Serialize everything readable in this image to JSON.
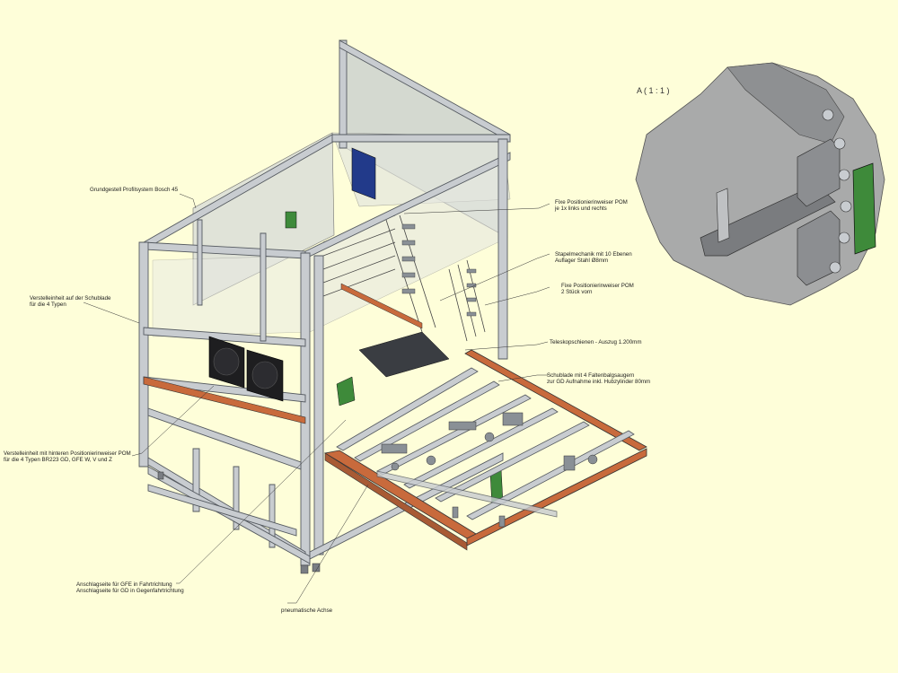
{
  "detail": {
    "title": "A ( 1 : 1 )"
  },
  "annotations": {
    "grundgestell": "Grundgestell Profilsystem Bosch 45",
    "fixe_pos_1_line1": "Fixe Positionierinweiser POM",
    "fixe_pos_1_line2": "je 1x links und rechts",
    "stapelmechanik_line1": "Stapelmechanik mit 10 Ebenen",
    "stapelmechanik_line2": "Auflager Stahl Ø8mm",
    "fixe_pos_2_line1": "Fixe Positionierinweiser POM",
    "fixe_pos_2_line2": "2 Stück vorn",
    "verstelleinheit_schublade_line1": "Verstelleinheit auf der Schublade",
    "verstelleinheit_schublade_line2": "für die 4 Typen",
    "teleskop": "Teleskopschienen - Auszug 1.200mm",
    "schublade_line1": "Schublade mit 4 Faltenbalgsaugern",
    "schublade_line2": "zur GD Aufnahme inkl. Hubzylinder 80mm",
    "verstelleinheit_hint_line1": "Verstelleinheit mit hinteren Positionierinweiser POM",
    "verstelleinheit_hint_line2": "für die 4 Typen BR223 GD, GFE W, V und Z",
    "anschlag_line1": "Anschlagseite für GFE in Fahrtrichtung",
    "anschlag_line2": "Anschlagseite für GD in Gegenfahrtrichtung",
    "pneumatische": "pneumatische Achse"
  },
  "colors": {
    "background": "#fefed9",
    "profile": "#c8ccd0",
    "profile_edge": "#555a60",
    "glass": "#d8ddd5",
    "drawer_strip": "#c86a3c",
    "green_part": "#3e8a3a",
    "blue_part": "#223a8a",
    "detail_grey": "#a9aaaa"
  }
}
